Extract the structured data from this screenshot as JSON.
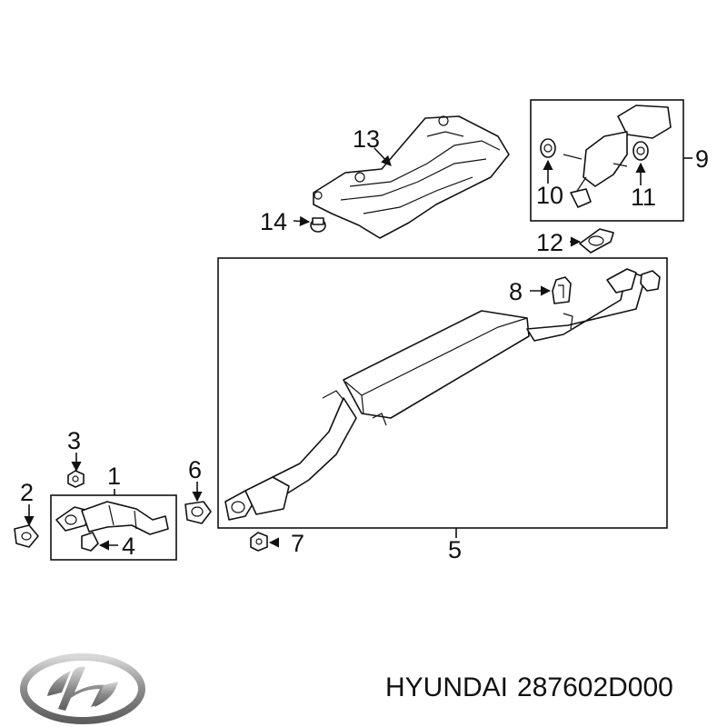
{
  "callouts": {
    "c1": "1",
    "c2": "2",
    "c3": "3",
    "c4": "4",
    "c5": "5",
    "c6": "6",
    "c7": "7",
    "c8": "8",
    "c9": "9",
    "c10": "10",
    "c11": "11",
    "c12": "12",
    "c13": "13",
    "c14": "14"
  },
  "footer": {
    "brand": "HYUNDAI",
    "part_number": "287602D000"
  },
  "logo": {
    "icon": "hyundai-logo-icon",
    "color": "#8c8c8c"
  }
}
